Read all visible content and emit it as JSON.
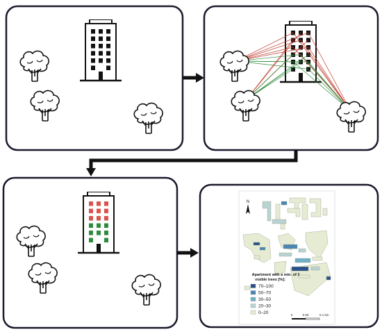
{
  "map": {
    "north_label": "N",
    "legend_title_line1": "Apartment with a min. of 3",
    "legend_title_line2": "visible trees [%]:",
    "legend": [
      {
        "label": "70–100",
        "color": "#2b4f8a"
      },
      {
        "label": "50–70",
        "color": "#4a86b4"
      },
      {
        "label": "30–50",
        "color": "#6fb0c7"
      },
      {
        "label": "20–30",
        "color": "#b9d3d3"
      },
      {
        "label": "0–20",
        "color": "#e6ebd3"
      }
    ],
    "scale_labels": [
      "0",
      "0.05",
      "0.1 km"
    ]
  },
  "colors": {
    "panel_border": "#1a1a2e",
    "sightline_red": "#c0392b",
    "sightline_green": "#2e8b3d",
    "window_red": "#d9534f",
    "window_green": "#2e8b3d",
    "window_dark": "#111111"
  },
  "icons": [
    "building-icon",
    "tree-icon",
    "arrow-right-icon",
    "arrow-down-icon",
    "north-arrow-icon"
  ]
}
